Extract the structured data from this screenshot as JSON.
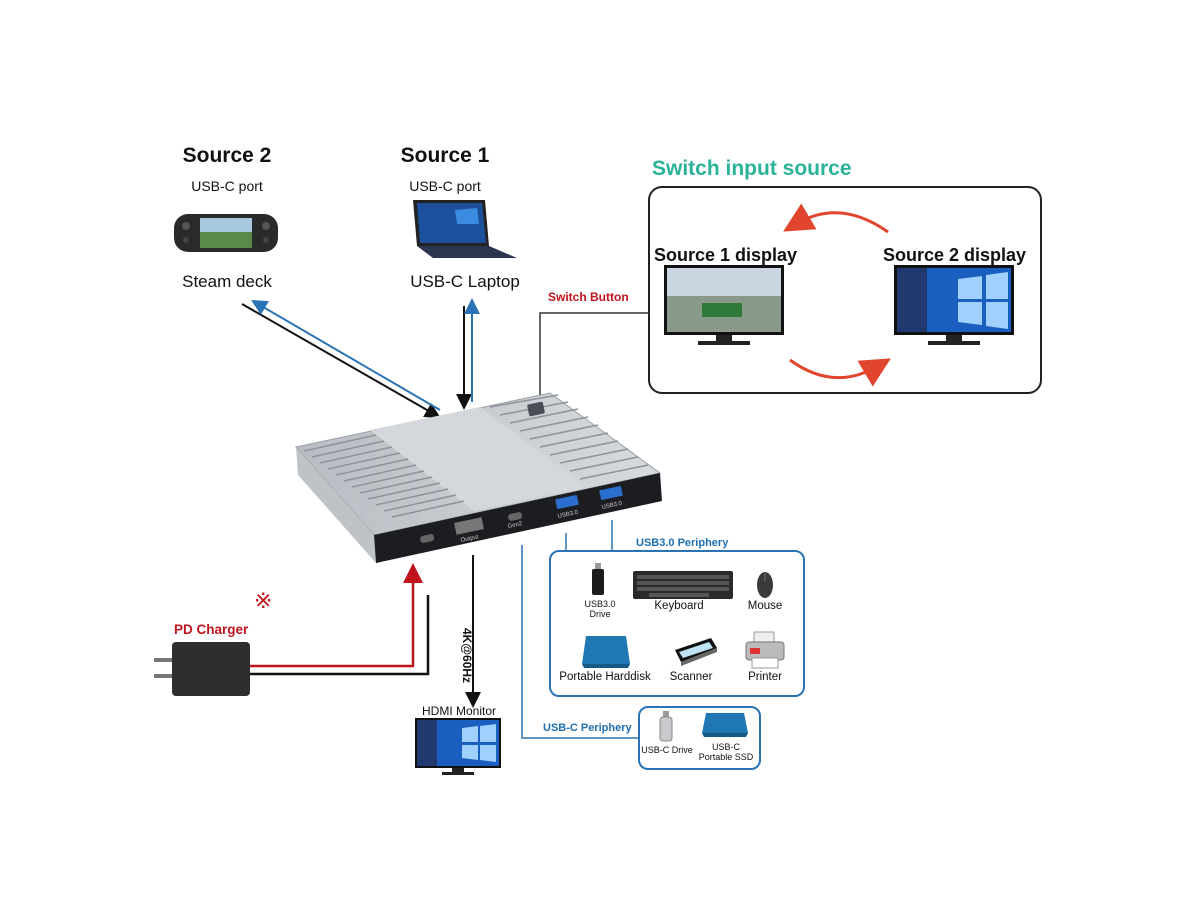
{
  "sources": {
    "source2": {
      "title": "Source 2",
      "port": "USB-C port",
      "device": "Steam deck"
    },
    "source1": {
      "title": "Source 1",
      "port": "USB-C port",
      "device": "USB-C Laptop"
    }
  },
  "switch_panel": {
    "heading": "Switch input source",
    "display1_label": "Source 1 display",
    "display2_label": "Source 2 display"
  },
  "switch_button_label": "Switch Button",
  "hub_ports": {
    "output_label": "Output",
    "gen2_label": "Gen2",
    "usb_a1_label": "USB3.0",
    "usb_a2_label": "USB3.0"
  },
  "pd_charger": {
    "label": "PD Charger",
    "note_symbol": "※"
  },
  "hdmi": {
    "resolution": "4K@60Hz",
    "monitor_label": "HDMI Monitor"
  },
  "usb30_periphery": {
    "title": "USB3.0 Periphery",
    "items": [
      "USB3.0\nDrive",
      "Keyboard",
      "Mouse",
      "Portable Harddisk",
      "Scanner",
      "Printer"
    ]
  },
  "usbc_periphery": {
    "title": "USB-C Periphery",
    "items": [
      "USB-C Drive",
      "USB-C\nPortable SSD"
    ]
  },
  "colors": {
    "accent_green": "#2bb39a",
    "red": "#c0141c",
    "blue": "#2b74b3",
    "arrow_red": "#e2452d"
  }
}
